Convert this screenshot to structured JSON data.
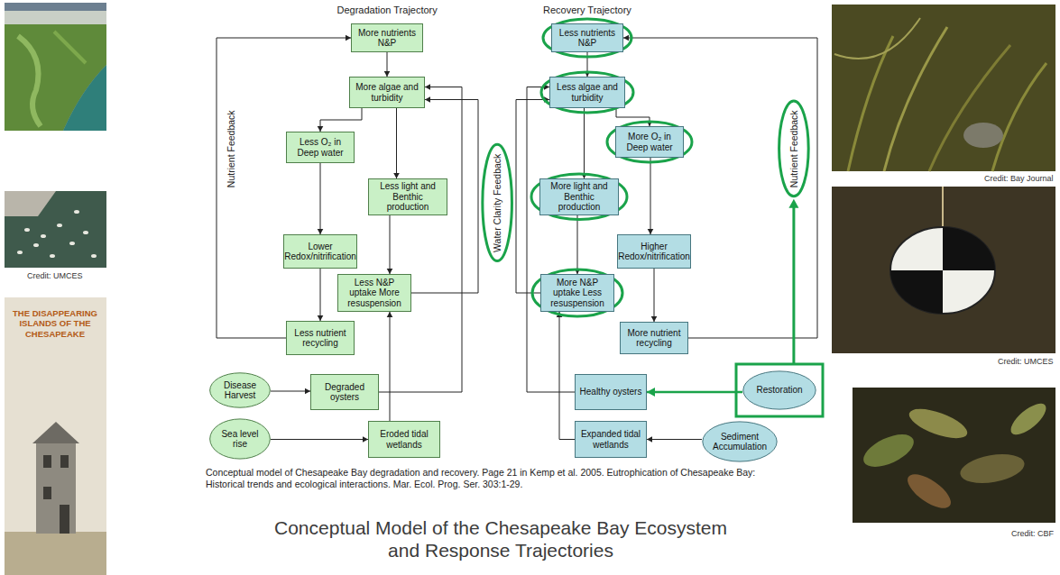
{
  "diagram": {
    "title": "Conceptual Model of the Chesapeake Bay Ecosystem and Response Trajectories",
    "caption": "Conceptual model of Chesapeake Bay degradation and recovery. Page 21 in Kemp et al. 2005. Eutrophication of Chesapeake Bay: Historical trends and ecological interactions. Mar. Ecol. Prog. Ser. 303:1-29.",
    "nodes": [
      {
        "text": [
          "More nutrients N&P"
        ]
      },
      {
        "text": [
          "Less nutrients N&P"
        ]
      },
      {
        "text": [
          "More algae and turbidity"
        ]
      },
      {
        "text": [
          "Less algae and turbidity"
        ]
      },
      {
        "text": [
          "Less O₂ in Deep water"
        ]
      },
      {
        "text": [
          "More O₂ in Deep water"
        ]
      },
      {
        "text": [
          "Less light and Benthic production"
        ]
      },
      {
        "text": [
          "More light and Benthic production"
        ]
      },
      {
        "text": [
          "Lower Redox/nitrification"
        ]
      },
      {
        "text": [
          "Higher Redox/nitrification"
        ]
      },
      {
        "text": [
          "Less N&P uptake More resuspension"
        ]
      },
      {
        "text": [
          "More N&P uptake Less resuspension"
        ]
      },
      {
        "text": [
          "Less nutrient recycling"
        ]
      },
      {
        "text": [
          "More nutrient recycling"
        ]
      },
      {
        "text": [
          "Disease Harvest"
        ]
      },
      {
        "text": [
          "Degraded oysters"
        ]
      },
      {
        "text": [
          "Healthy oysters"
        ]
      },
      {
        "text": [
          "Restoration"
        ]
      },
      {
        "text": [
          "Sea level rise"
        ]
      },
      {
        "text": [
          "Eroded tidal wetlands"
        ]
      },
      {
        "text": [
          "Expanded tidal wetlands"
        ]
      },
      {
        "text": [
          "Sediment Accumulation"
        ]
      }
    ],
    "edges": [
      {
        "from": 0,
        "to": 2,
        "arrow": "to"
      },
      {
        "from": 2,
        "to": 4,
        "arrow": "to"
      },
      {
        "from": 2,
        "to": 6,
        "arrow": "to"
      },
      {
        "from": 4,
        "to": 8,
        "arrow": "to"
      },
      {
        "from": 8,
        "to": 12,
        "arrow": "to"
      },
      {
        "from": 6,
        "to": 10,
        "arrow": "to"
      },
      {
        "from": 12,
        "to": 0,
        "arrow": "to"
      },
      {
        "from": 10,
        "to": 2,
        "arrow": "to"
      },
      {
        "from": 15,
        "to": 2,
        "arrow": "to"
      },
      {
        "from": 19,
        "to": 10,
        "arrow": "to"
      },
      {
        "from": 14,
        "to": 15,
        "arrow": "to"
      },
      {
        "from": 18,
        "to": 19,
        "arrow": "to"
      },
      {
        "from": 1,
        "to": 3,
        "arrow": "to"
      },
      {
        "from": 3,
        "to": 5,
        "arrow": "to"
      },
      {
        "from": 3,
        "to": 7,
        "arrow": "to"
      },
      {
        "from": 5,
        "to": 9,
        "arrow": "to"
      },
      {
        "from": 9,
        "to": 13,
        "arrow": "to"
      },
      {
        "from": 7,
        "to": 11,
        "arrow": "to"
      },
      {
        "from": 13,
        "to": 1,
        "arrow": "to"
      },
      {
        "from": 11,
        "to": 3,
        "arrow": "to"
      },
      {
        "from": 16,
        "to": 3,
        "arrow": "to"
      },
      {
        "from": 20,
        "to": 11,
        "arrow": "to"
      },
      {
        "from": 17,
        "to": 16,
        "arrow": "to"
      },
      {
        "from": 21,
        "to": 20,
        "arrow": "to"
      }
    ],
    "labels": [
      "Degradation Trajectory",
      "Recovery Trajectory",
      "Nutrient Feedback",
      "Water Clarity Feedback",
      "Nutrient Feedback",
      "Credit: UMCES",
      "THE DISAPPEARING ISLANDS OF THE CHESAPEAKE",
      "Credit: Bay Journal",
      "Credit: UMCES",
      "Credit: CBF"
    ]
  }
}
